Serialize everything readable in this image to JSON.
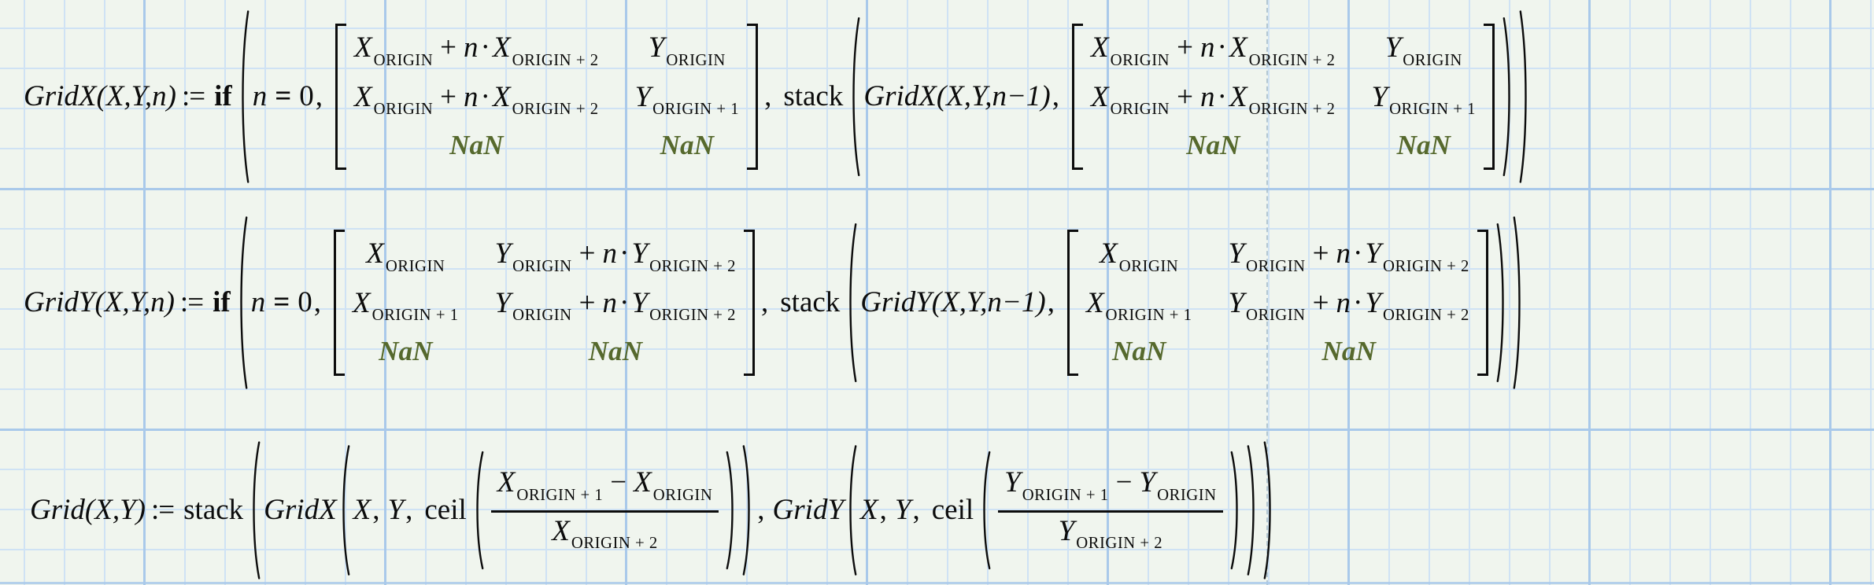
{
  "app": {
    "name": "mathcad-worksheet"
  },
  "palette": {
    "background": "#f0f5ee",
    "grid-minor": "#cfe2f4",
    "grid-major": "#a9c9ea",
    "page-break": "#a9bfce",
    "ink": "#0c0c0c",
    "nan": "#56692d"
  },
  "sym": {
    "GridX": "GridX",
    "GridY": "GridY",
    "Grid": "Grid",
    "args_xyn": "(X,Y,n)",
    "args_xy": "(X,Y)",
    "args_prev": "(X,Y,n−1)",
    "assign": ":=",
    "kw_if": "if",
    "kw_stack": "stack",
    "kw_ceil": "ceil",
    "n": "n",
    "eq": "=",
    "zero": "0",
    "comma": ",",
    "X": "X",
    "Y": "Y",
    "origin": "ORIGIN",
    "origin_p1": "ORIGIN + 1",
    "origin_p2": "ORIGIN + 2",
    "plus": "+",
    "minus": "−",
    "cdot": "•",
    "NaN": "NaN"
  }
}
